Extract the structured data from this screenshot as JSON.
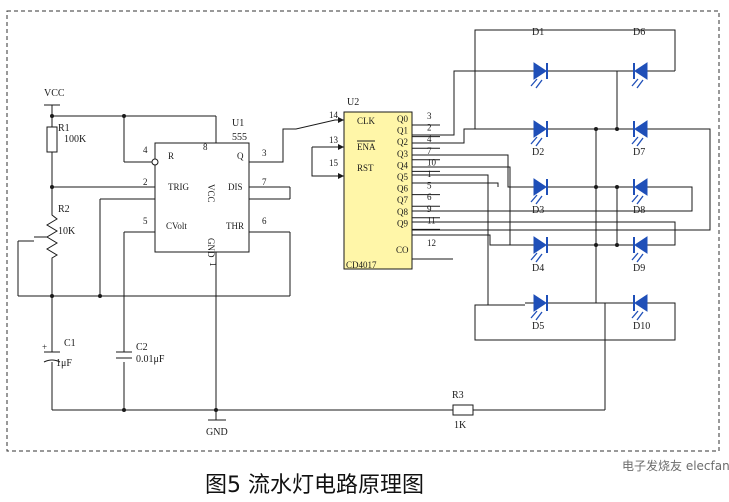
{
  "power": {
    "vcc": "VCC",
    "gnd": "GND"
  },
  "resistors": {
    "r1": {
      "name": "R1",
      "value": "100K"
    },
    "r2": {
      "name": "R2",
      "value": "10K"
    },
    "r3": {
      "name": "R3",
      "value": "1K"
    }
  },
  "capacitors": {
    "c1": {
      "name": "C1",
      "value": "1μF"
    },
    "c2": {
      "name": "C2",
      "value": "0.01μF"
    }
  },
  "u1": {
    "ref": "U1",
    "part": "555",
    "pins": {
      "r": "R",
      "q": "Q",
      "trig": "TRIG",
      "dis": "DIS",
      "cvolt": "CVolt",
      "thr": "THR",
      "vcc": "VCC",
      "gnd": "GND",
      "one": "1"
    },
    "pin_numbers": {
      "p4": "4",
      "p8": "8",
      "p3": "3",
      "p2": "2",
      "p7": "7",
      "p5": "5",
      "p6": "6"
    }
  },
  "u2": {
    "ref": "U2",
    "part": "CD4017",
    "pins": {
      "clk": "CLK",
      "ena": "ENA",
      "rst": "RST",
      "co": "CO",
      "outputs": [
        "Q0",
        "Q1",
        "Q2",
        "Q3",
        "Q4",
        "Q5",
        "Q6",
        "Q7",
        "Q8",
        "Q9"
      ]
    },
    "left_pin_numbers": [
      "14",
      "13",
      "15"
    ],
    "output_pin_numbers": [
      "3",
      "2",
      "4",
      "7",
      "10",
      "1",
      "5",
      "6",
      "9",
      "11"
    ],
    "co_pin": "12"
  },
  "leds": [
    "D1",
    "D2",
    "D3",
    "D4",
    "D5",
    "D6",
    "D7",
    "D8",
    "D9",
    "D10"
  ],
  "caption": "图5  流水灯电路原理图",
  "watermark": "电子发烧友 elecfans.com"
}
